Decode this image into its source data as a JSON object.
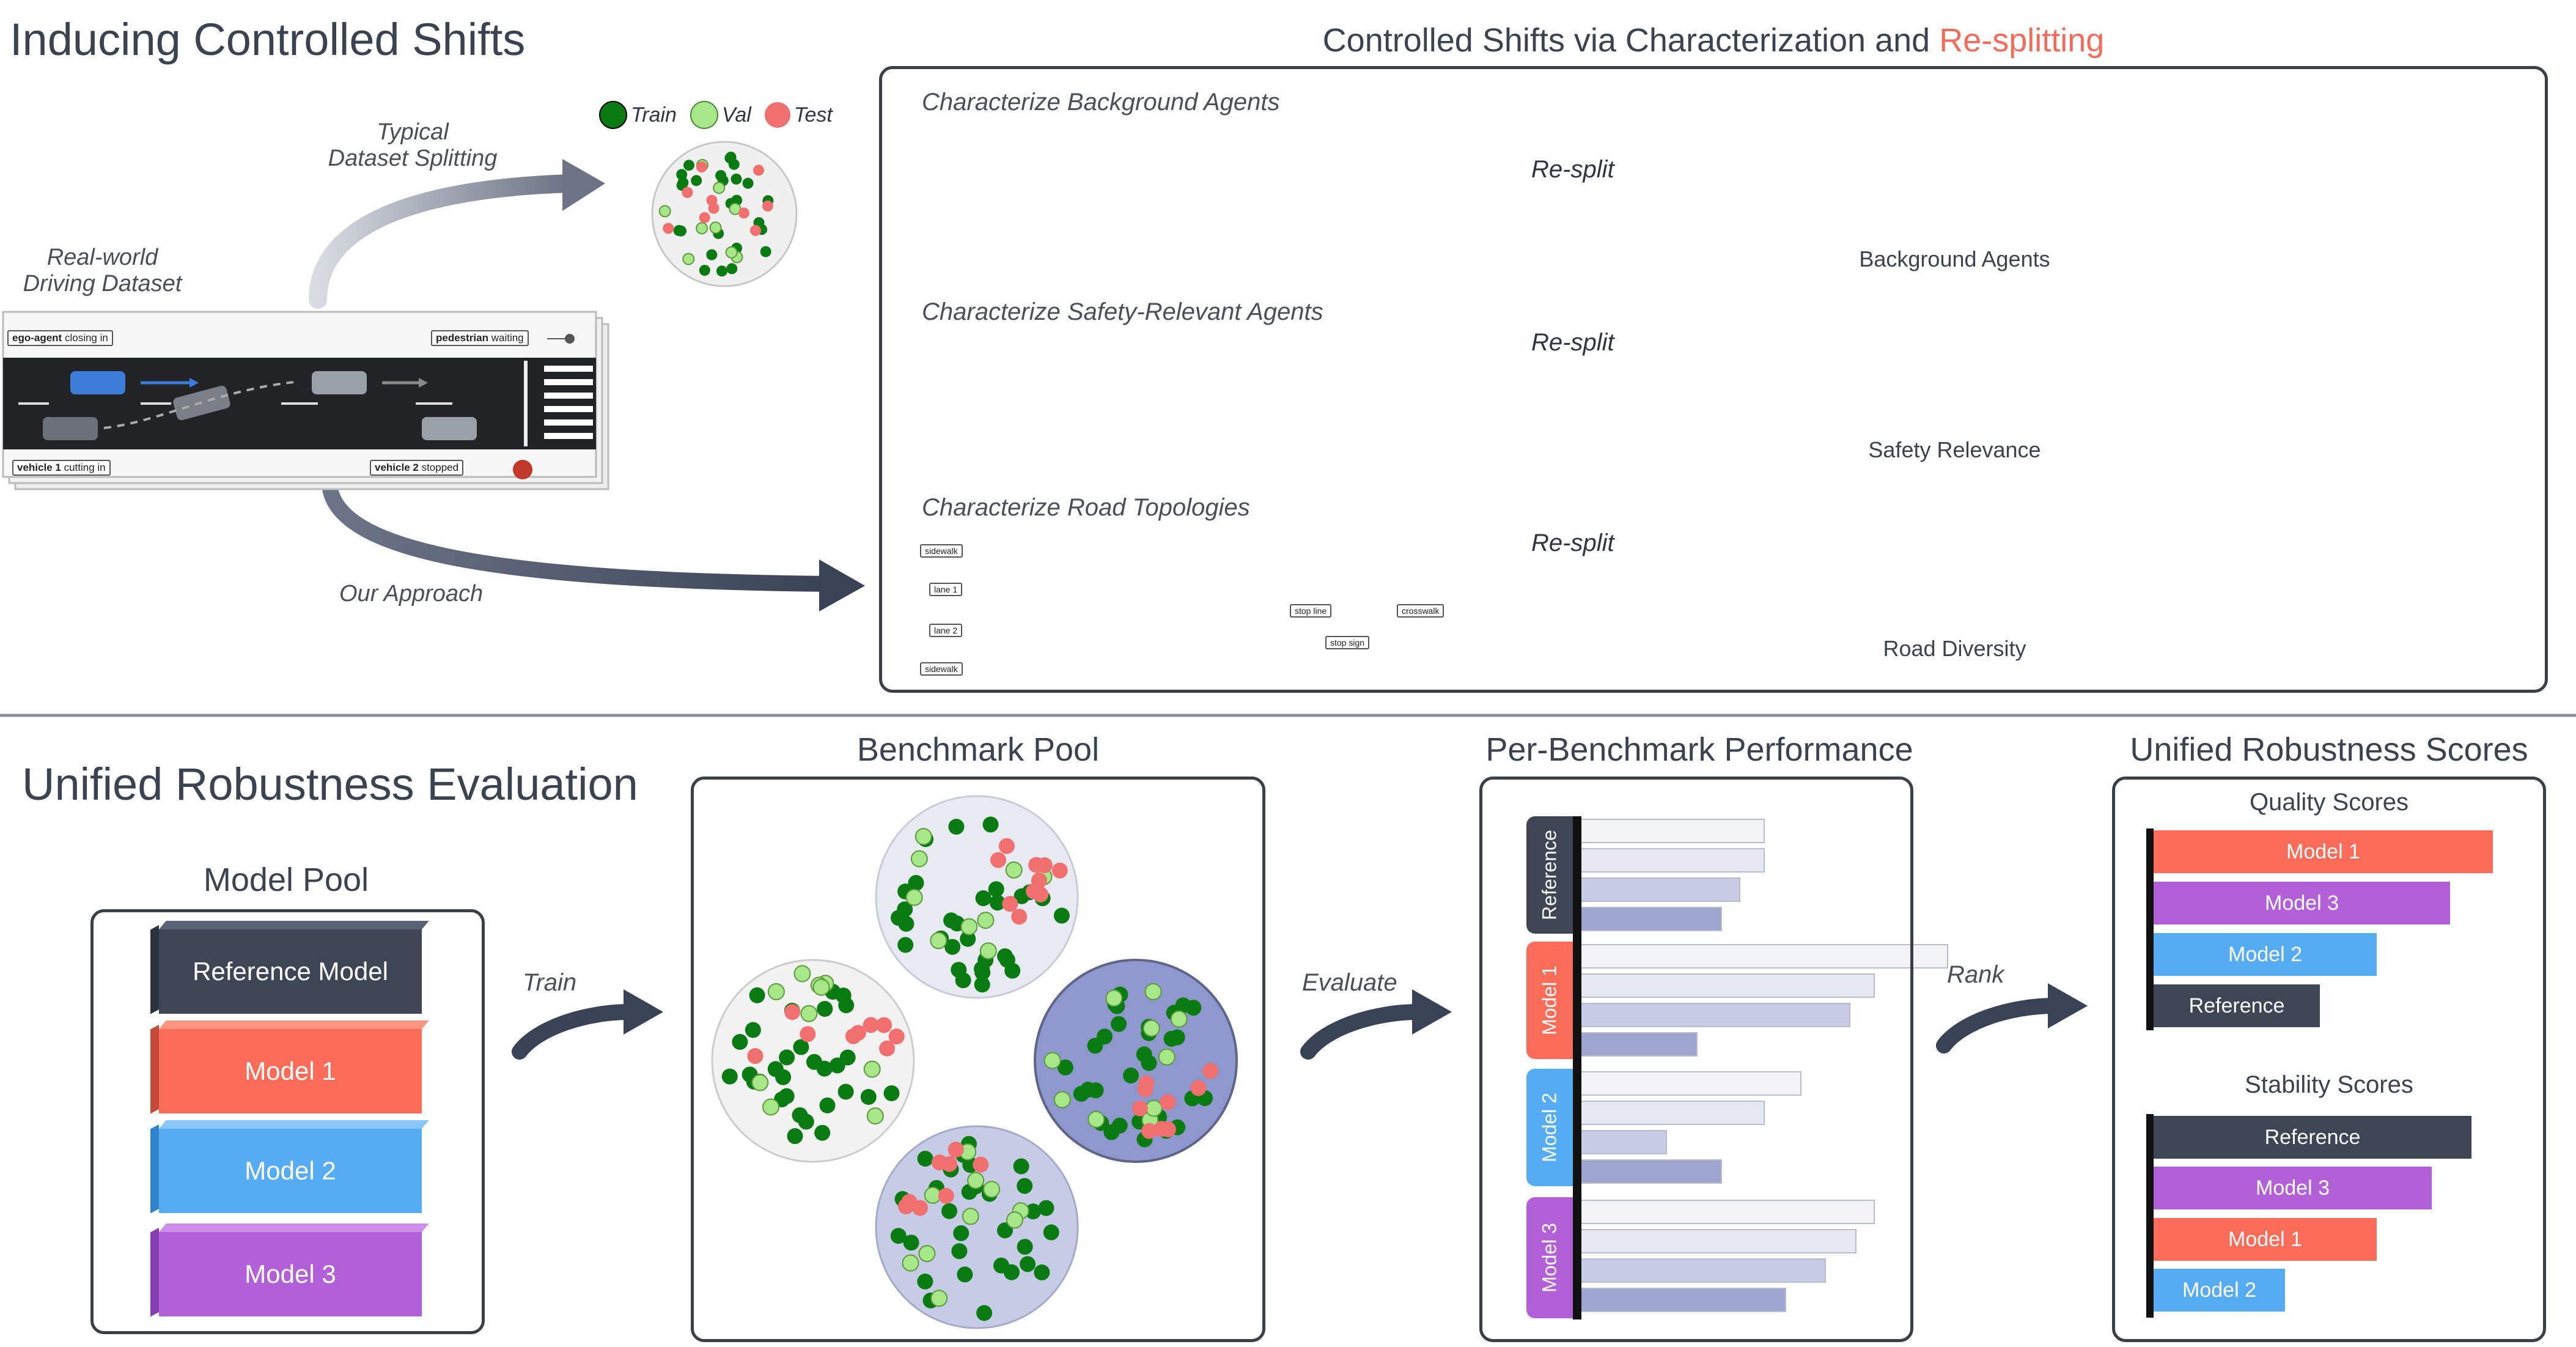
{
  "top": {
    "title": "Inducing Controlled Shifts",
    "legend": [
      {
        "label": "Train",
        "color": "#0a7a12"
      },
      {
        "label": "Val",
        "color": "#a8e68a"
      },
      {
        "label": "Test",
        "color": "#f07070"
      }
    ],
    "typical_label": "Typical\nDataset Splitting",
    "dataset_label": "Real-world\nDriving Dataset",
    "approach_label": "Our Approach",
    "scene_tags": {
      "ego": "ego-agent",
      "ego_rest": "closing in",
      "ped": "pedestrian",
      "ped_rest": "waiting",
      "v1": "vehicle 1",
      "v1_rest": "cutting in",
      "v2": "vehicle 2",
      "v2_rest": "stopped"
    }
  },
  "shifts": {
    "title_prefix": "Controlled Shifts via Characterization and ",
    "title_highlight": "Re-splitting",
    "highlight_color": "#f26b5b",
    "resplit_label": "Re-split",
    "rows": [
      {
        "label": "Characterize Background Agents",
        "axis": "Background Agents"
      },
      {
        "label": "Characterize Safety-Relevant Agents",
        "axis": "Safety Relevance"
      },
      {
        "label": "Characterize Road Topologies",
        "axis": "Road Diversity"
      }
    ],
    "road_tags": {
      "sidewalk": "sidewalk",
      "lane1": "lane 1",
      "lane2": "lane 2",
      "stopline": "stop line",
      "crosswalk": "crosswalk",
      "stopsign": "stop sign"
    }
  },
  "bottom": {
    "title": "Unified Robustness Evaluation",
    "model_pool": {
      "title": "Model Pool",
      "models": [
        {
          "label": "Reference Model",
          "color": "#3e4656"
        },
        {
          "label": "Model 1",
          "color": "#fa6b58"
        },
        {
          "label": "Model 2",
          "color": "#56acf3"
        },
        {
          "label": "Model 3",
          "color": "#b160d8"
        }
      ]
    },
    "train_label": "Train",
    "benchmark_pool_title": "Benchmark Pool",
    "evaluate_label": "Evaluate",
    "performance": {
      "title": "Per-Benchmark Performance",
      "groups": [
        {
          "label": "Reference",
          "color": "#3e4656"
        },
        {
          "label": "Model 1",
          "color": "#fa6b58"
        },
        {
          "label": "Model 2",
          "color": "#56acf3"
        },
        {
          "label": "Model 3",
          "color": "#b160d8"
        }
      ]
    },
    "rank_label": "Rank",
    "scores": {
      "title": "Unified Robustness Scores",
      "quality_title": "Quality Scores",
      "quality": [
        {
          "label": "Model 1",
          "color": "#fa6b58"
        },
        {
          "label": "Model 3",
          "color": "#b160d8"
        },
        {
          "label": "Model 2",
          "color": "#56acf3"
        },
        {
          "label": "Reference",
          "color": "#3e4656"
        }
      ],
      "stability_title": "Stability Scores",
      "stability": [
        {
          "label": "Reference",
          "color": "#3e4656"
        },
        {
          "label": "Model 3",
          "color": "#b160d8"
        },
        {
          "label": "Model 1",
          "color": "#fa6b58"
        },
        {
          "label": "Model 2",
          "color": "#56acf3"
        }
      ]
    }
  }
}
